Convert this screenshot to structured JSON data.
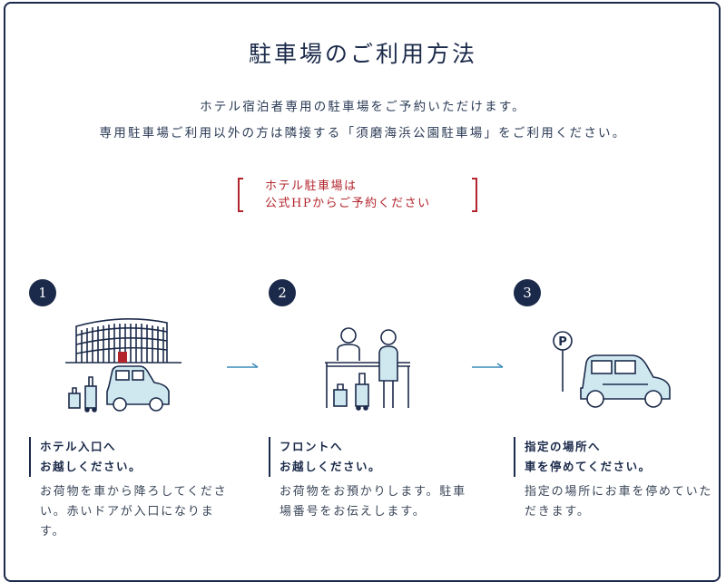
{
  "title": "駐車場のご利用方法",
  "intro": {
    "line1": "ホテル宿泊者専用の駐車場をご予約いただけます。",
    "line2": "専用駐車場ご利用以外の方は隣接する「須磨海浜公園駐車場」をご利用ください。"
  },
  "notice": {
    "line1": "ホテル駐車場は",
    "line2": "公式HPからご予約ください"
  },
  "steps": [
    {
      "number": "1",
      "caption_line1": "ホテル入口へ",
      "caption_line2": "お越しください。",
      "desc": "お荷物を車から降ろしてください。赤いドアが入口になります。"
    },
    {
      "number": "2",
      "caption_line1": "フロントへ",
      "caption_line2": "お越しください。",
      "desc": "お荷物をお預かりします。駐車場番号をお伝えします。"
    },
    {
      "number": "3",
      "caption_line1": "指定の場所へ",
      "caption_line2": "車を停めてください。",
      "desc": "指定の場所にお車を停めていただきます。"
    }
  ],
  "parking_sign": "P",
  "colors": {
    "navy": "#1b2a4a",
    "accent_red": "#b3242c",
    "car_fill": "#cfe8f0",
    "arrow_blue": "#3a8ab8"
  },
  "icons": [
    "hotel-building-icon",
    "car-icon",
    "luggage-icon",
    "reception-desk-icon",
    "staff-icon",
    "guest-icon",
    "parking-sign-icon",
    "arrow-right-icon"
  ]
}
